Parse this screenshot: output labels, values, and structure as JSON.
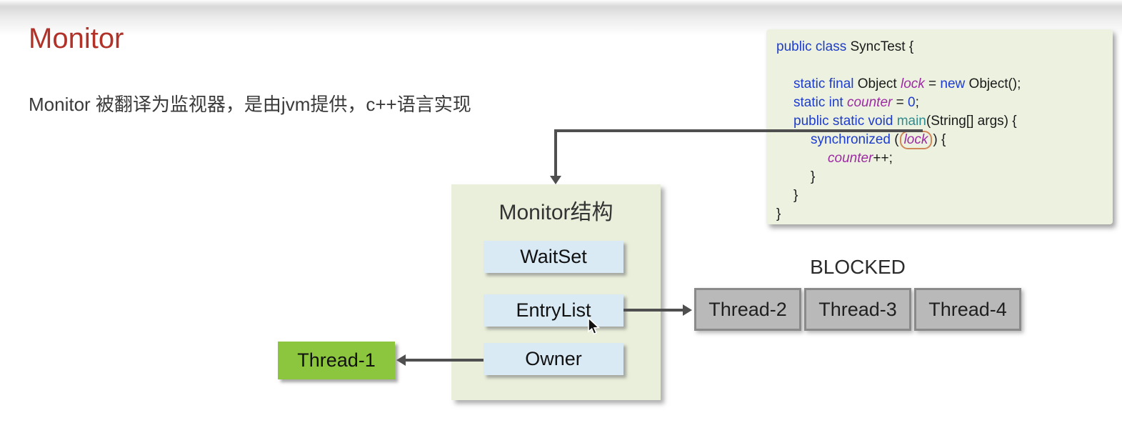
{
  "page": {
    "title": "Monitor",
    "subtitle": "Monitor 被翻译为监视器，是由jvm提供，c++语言实现"
  },
  "code_panel": {
    "lines": [
      {
        "indent": 0,
        "tokens": [
          [
            "public class ",
            "kw"
          ],
          [
            "SyncTest {",
            "pl"
          ]
        ]
      },
      {
        "indent": 0,
        "tokens": []
      },
      {
        "indent": 1,
        "tokens": [
          [
            "static final ",
            "kw"
          ],
          [
            "Object ",
            "pl"
          ],
          [
            "lock",
            "id"
          ],
          [
            " = ",
            "pl"
          ],
          [
            "new",
            "kw"
          ],
          [
            " Object();",
            "pl"
          ]
        ]
      },
      {
        "indent": 1,
        "tokens": [
          [
            "static int ",
            "kw"
          ],
          [
            "counter",
            "id"
          ],
          [
            " = ",
            "pl"
          ],
          [
            "0",
            "num"
          ],
          [
            ";",
            "pl"
          ]
        ]
      },
      {
        "indent": 1,
        "tokens": [
          [
            "public static void ",
            "kw"
          ],
          [
            "main",
            "fn"
          ],
          [
            "(String[] args) {",
            "pl"
          ]
        ]
      },
      {
        "indent": 2,
        "tokens": [
          [
            "synchronized ",
            "kw"
          ],
          [
            "(",
            "pl"
          ],
          [
            "lock",
            "id oval"
          ],
          [
            ") {",
            "pl"
          ]
        ]
      },
      {
        "indent": 3,
        "tokens": [
          [
            "counter",
            "id"
          ],
          [
            "++;",
            "pl"
          ]
        ]
      },
      {
        "indent": 2,
        "tokens": [
          [
            "}",
            "pl"
          ]
        ]
      },
      {
        "indent": 1,
        "tokens": [
          [
            "}",
            "pl"
          ]
        ]
      },
      {
        "indent": 0,
        "tokens": [
          [
            "}",
            "pl"
          ]
        ]
      }
    ]
  },
  "monitor": {
    "title": "Monitor结构",
    "slots": [
      "WaitSet",
      "EntryList",
      "Owner"
    ]
  },
  "threads": {
    "owner": "Thread-1",
    "blocked_label": "BLOCKED",
    "blocked": [
      "Thread-2",
      "Thread-3",
      "Thread-4"
    ]
  },
  "colors": {
    "title_red": "#b13228",
    "code_panel_bg": "#edf2e0",
    "monitor_panel_bg": "#e9efda",
    "slot_blue": "#d9eaf5",
    "owner_green": "#8cc63f",
    "blocked_gray": "#b9b9b9",
    "blocked_border": "#8a8a8a",
    "arrow_gray": "#4f4f4f",
    "code_keyword": "#1e3ccc",
    "code_identifier": "#9d2ba3",
    "code_method": "#2e8b8e",
    "lock_highlight_border": "#d08858"
  }
}
